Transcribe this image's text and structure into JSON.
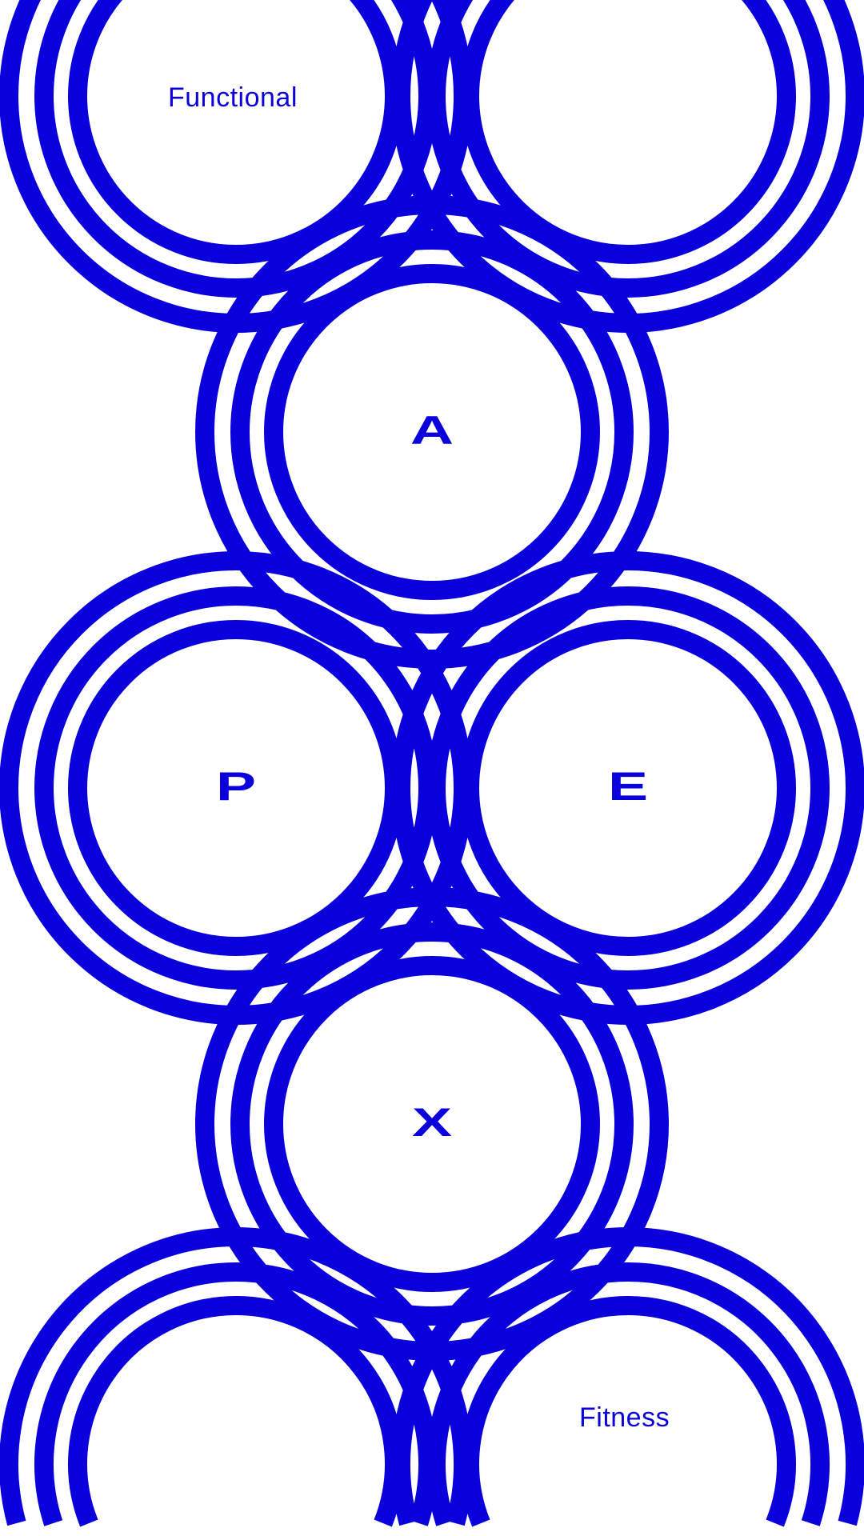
{
  "poster": {
    "top_text": "Functional",
    "bottom_text": "Fitness",
    "letters": [
      "A",
      "P",
      "E",
      "X"
    ],
    "color": "#0a00dc"
  }
}
